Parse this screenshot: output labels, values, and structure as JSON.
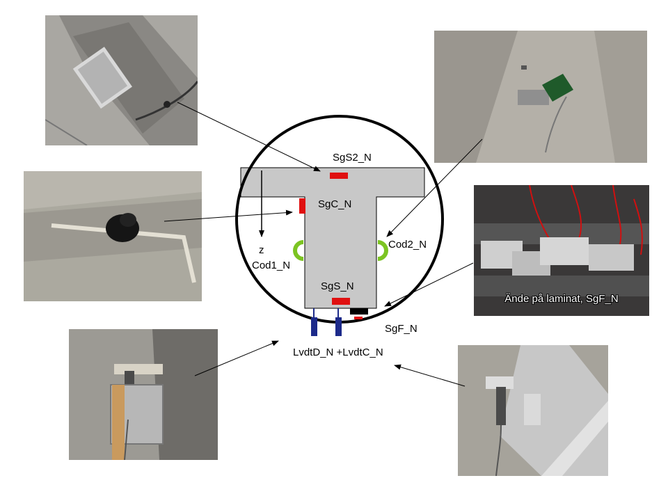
{
  "labels": {
    "sgs2": "SgS2_N",
    "sgc": "SgC_N",
    "cod2": "Cod2_N",
    "z": "z",
    "cod1": "Cod1_N",
    "sgs": "SgS_N",
    "sgf": "SgF_N",
    "lvdt": "LvdtD_N +LvdtC_N"
  },
  "photo_caption": "Ände på laminat, SgF_N",
  "colors": {
    "beam_fill": "#c8c8c8",
    "strain_gauge": "#e01010",
    "lvdt": "#1c2a8a",
    "clip_gauge": "#7cc422",
    "black_block": "#000000"
  }
}
